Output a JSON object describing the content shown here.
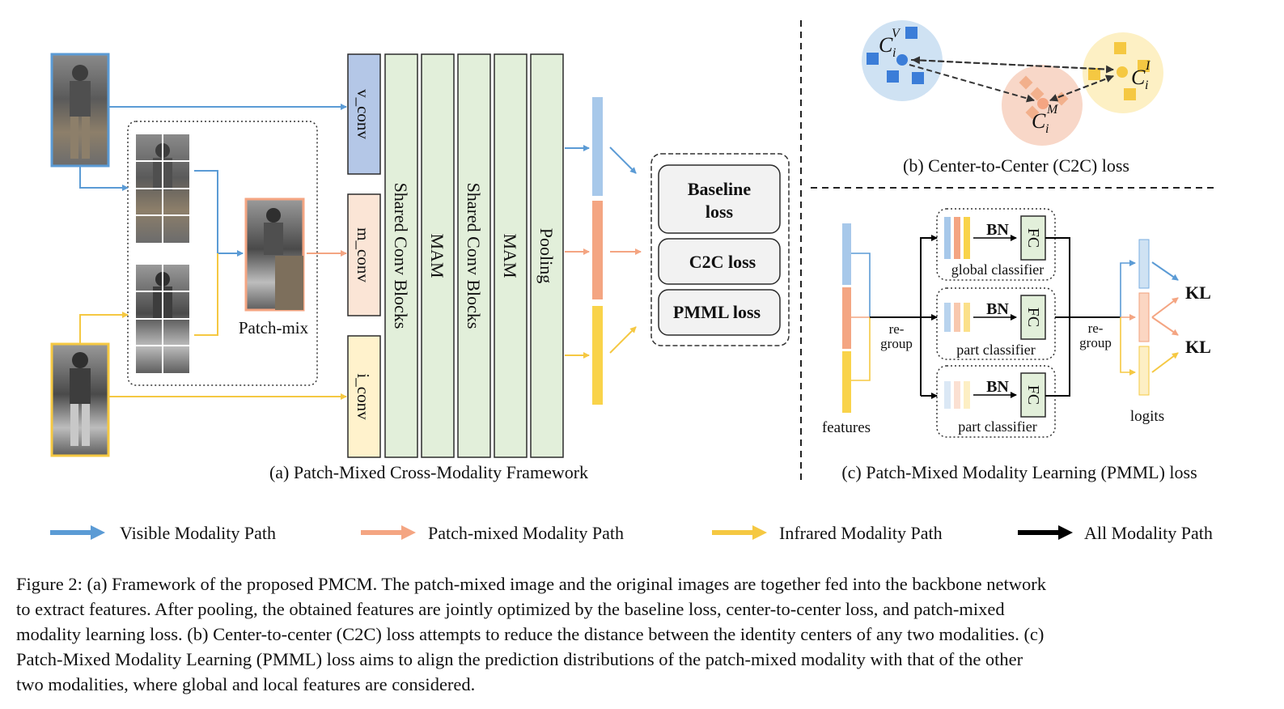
{
  "colors": {
    "visible": "#5b9bd5",
    "patch_mixed": "#f4a582",
    "infrared": "#f5c842",
    "all": "#000000",
    "block_green_fill": "#e2efda",
    "block_green_stroke": "#2c2c2c",
    "v_conv_fill": "#b4c7e7",
    "m_conv_fill": "#fbe5d6",
    "i_conv_fill": "#fff2cc",
    "loss_box_fill": "#f2f2f2"
  },
  "panel_a": {
    "caption": "(a) Patch-Mixed Cross-Modality Framework",
    "patch_mix_label": "Patch-mix",
    "input_convs": [
      "v_conv",
      "m_conv",
      "i_conv"
    ],
    "backbone_blocks": [
      "Shared Conv Blocks",
      "MAM",
      "Shared Conv Blocks",
      "MAM",
      "Pooling"
    ],
    "losses": [
      "Baseline loss",
      "C2C loss",
      "PMML loss"
    ],
    "baseline_line1": "Baseline",
    "baseline_line2": "loss"
  },
  "panel_b": {
    "caption": "(b) Center-to-Center (C2C) loss",
    "center_v_base": "C",
    "center_v_sup": "V",
    "center_v_sub": "i",
    "center_i_base": "C",
    "center_i_sup": "I",
    "center_i_sub": "i",
    "center_m_base": "C",
    "center_m_sup": "M",
    "center_m_sub": "i"
  },
  "panel_c": {
    "caption": "(c) Patch-Mixed Modality Learning (PMML) loss",
    "features_label": "features",
    "regroup_line1": "re-",
    "regroup_line2": "group",
    "classifiers": [
      "global classifier",
      "part classifier",
      "part classifier"
    ],
    "bn_label": "BN",
    "fc_label": "FC",
    "logits_label": "logits",
    "kl_label": "KL"
  },
  "legend": [
    {
      "label": "Visible Modality Path",
      "color": "#5b9bd5"
    },
    {
      "label": "Patch-mixed Modality Path",
      "color": "#f4a582"
    },
    {
      "label": "Infrared Modality Path",
      "color": "#f5c842"
    },
    {
      "label": "All Modality Path",
      "color": "#000000"
    }
  ],
  "caption_lines": [
    "Figure 2: (a) Framework of the proposed PMCM. The patch-mixed image and the original images are together fed into the backbone network",
    "to extract features. After pooling, the obtained features are jointly optimized by the baseline loss, center-to-center loss, and patch-mixed",
    "modality learning loss. (b) Center-to-center (C2C) loss attempts to reduce the distance between the identity centers of any two modalities. (c)",
    "Patch-Mixed Modality Learning (PMML) loss aims to align the prediction distributions of the patch-mixed modality with that of the other",
    "two modalities, where global and local features are considered."
  ]
}
